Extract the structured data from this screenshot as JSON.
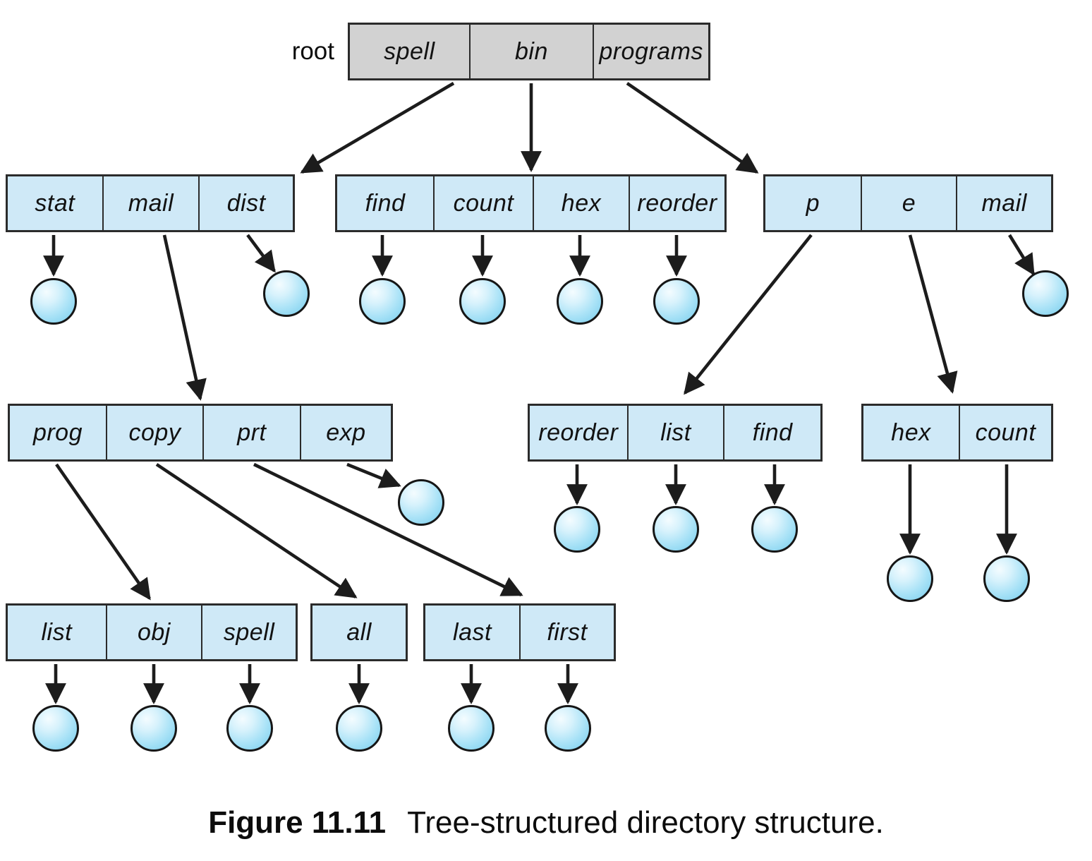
{
  "figure": {
    "caption_label": "Figure 11.11",
    "caption_text": "Tree-structured directory structure."
  },
  "root_pointer_label": "root",
  "file_node_shape": "circle",
  "colors": {
    "directory_fill": "#cfe9f7",
    "root_directory_fill": "#d2d2d2",
    "border_and_arrows": "#1c1c1c",
    "file_circle_fill": "#a9e1f6"
  },
  "tables": [
    {
      "id": "root",
      "kind": "root-directory",
      "cells": [
        {
          "label": "spell",
          "points_to": "directory:spell"
        },
        {
          "label": "bin",
          "points_to": "directory:bin"
        },
        {
          "label": "programs",
          "points_to": "directory:programs"
        }
      ]
    },
    {
      "id": "spell",
      "kind": "directory",
      "cells": [
        {
          "label": "stat",
          "points_to": "file"
        },
        {
          "label": "mail",
          "points_to": "directory:mail"
        },
        {
          "label": "dist",
          "points_to": "file"
        }
      ]
    },
    {
      "id": "bin",
      "kind": "directory",
      "cells": [
        {
          "label": "find",
          "points_to": "file"
        },
        {
          "label": "count",
          "points_to": "file"
        },
        {
          "label": "hex",
          "points_to": "file"
        },
        {
          "label": "reorder",
          "points_to": "file"
        }
      ]
    },
    {
      "id": "programs",
      "kind": "directory",
      "cells": [
        {
          "label": "p",
          "points_to": "directory:p"
        },
        {
          "label": "e",
          "points_to": "directory:e"
        },
        {
          "label": "mail",
          "points_to": "file"
        }
      ]
    },
    {
      "id": "mail",
      "kind": "directory",
      "cells": [
        {
          "label": "prog",
          "points_to": "directory:prog"
        },
        {
          "label": "copy",
          "points_to": "directory:copy"
        },
        {
          "label": "prt",
          "points_to": "directory:prt"
        },
        {
          "label": "exp",
          "points_to": "file"
        }
      ]
    },
    {
      "id": "p",
      "kind": "directory",
      "cells": [
        {
          "label": "reorder",
          "points_to": "file"
        },
        {
          "label": "list",
          "points_to": "file"
        },
        {
          "label": "find",
          "points_to": "file"
        }
      ]
    },
    {
      "id": "e",
      "kind": "directory",
      "cells": [
        {
          "label": "hex",
          "points_to": "file"
        },
        {
          "label": "count",
          "points_to": "file"
        }
      ]
    },
    {
      "id": "prog",
      "kind": "directory",
      "cells": [
        {
          "label": "list",
          "points_to": "file"
        },
        {
          "label": "obj",
          "points_to": "file"
        },
        {
          "label": "spell",
          "points_to": "file"
        }
      ]
    },
    {
      "id": "copy",
      "kind": "directory",
      "cells": [
        {
          "label": "all",
          "points_to": "file"
        }
      ]
    },
    {
      "id": "prt",
      "kind": "directory",
      "cells": [
        {
          "label": "last",
          "points_to": "file"
        },
        {
          "label": "first",
          "points_to": "file"
        }
      ]
    }
  ]
}
